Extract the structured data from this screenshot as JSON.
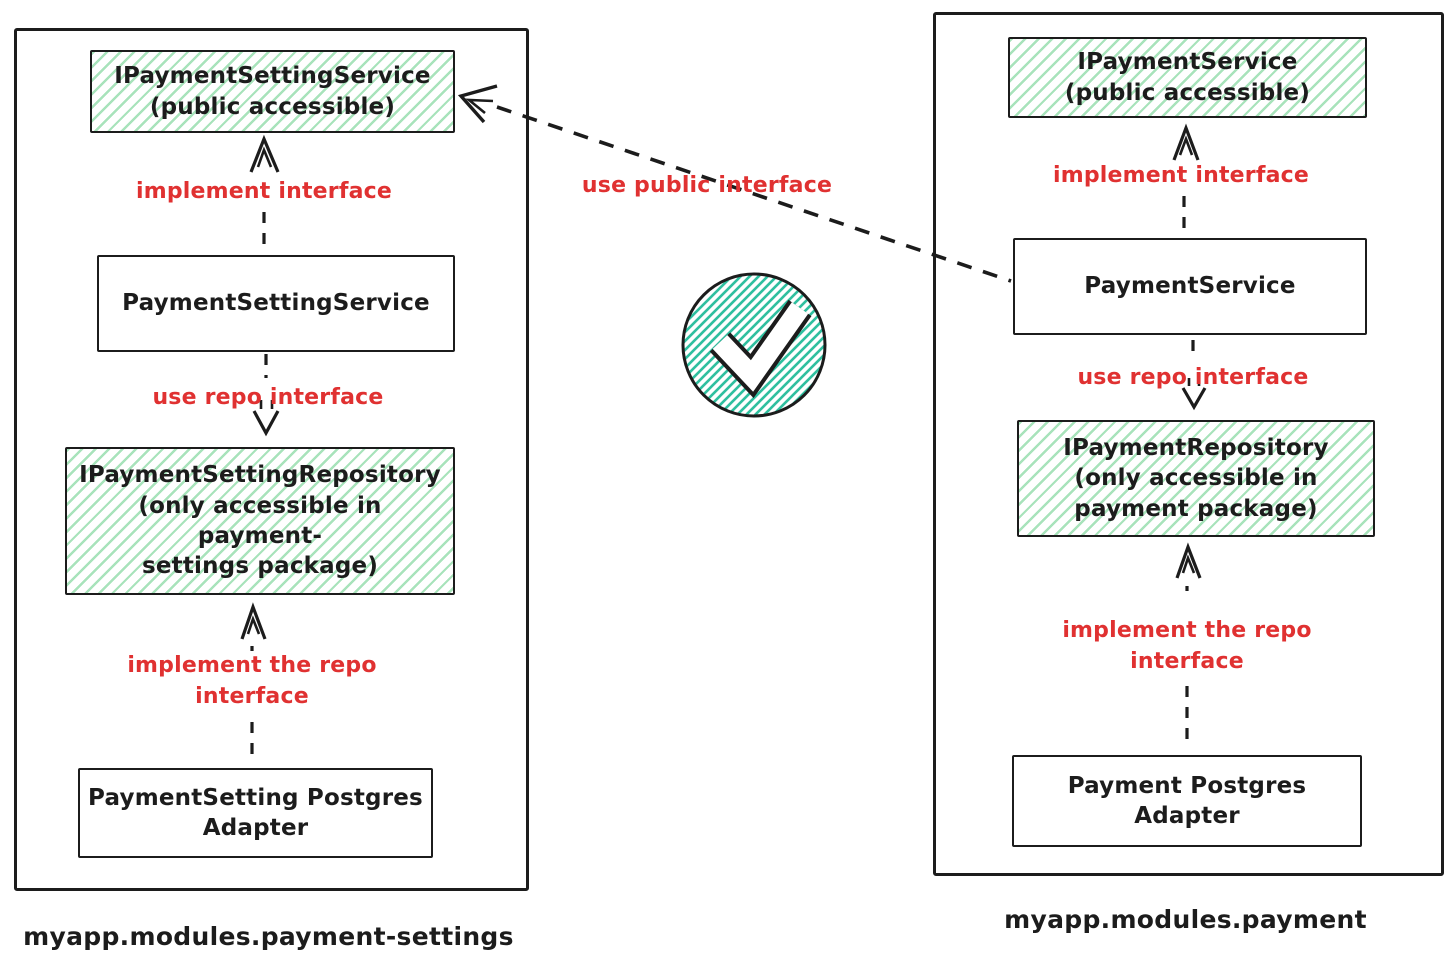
{
  "diagram": {
    "colors": {
      "ink": "#1c1c1c",
      "red": "#e03131",
      "green_hatch": "#52c778",
      "teal_hatch": "#2fbf9f"
    },
    "modules": [
      {
        "caption": "myapp.modules.payment-settings",
        "boxes": [
          {
            "text": "IPaymentSettingService\n(public accessible)"
          },
          {
            "text": "PaymentSettingService"
          },
          {
            "text": "IPaymentSettingRepository\n(only accessible in payment-\nsettings package)"
          },
          {
            "text": "PaymentSetting Postgres\nAdapter"
          }
        ],
        "edge_labels": [
          {
            "text": "implement interface"
          },
          {
            "text": "use repo interface"
          },
          {
            "text": "implement the repo\ninterface"
          }
        ]
      },
      {
        "caption": "myapp.modules.payment",
        "boxes": [
          {
            "text": "IPaymentService\n(public accessible)"
          },
          {
            "text": "PaymentService"
          },
          {
            "text": "IPaymentRepository\n(only accessible in\npayment package)"
          },
          {
            "text": "Payment Postgres\nAdapter"
          }
        ],
        "edge_labels": [
          {
            "text": "implement interface"
          },
          {
            "text": "use repo interface"
          },
          {
            "text": "implement the repo\ninterface"
          }
        ]
      }
    ],
    "connector_label": {
      "text": "use public interface"
    },
    "badge": {
      "icon": "check-icon"
    }
  }
}
